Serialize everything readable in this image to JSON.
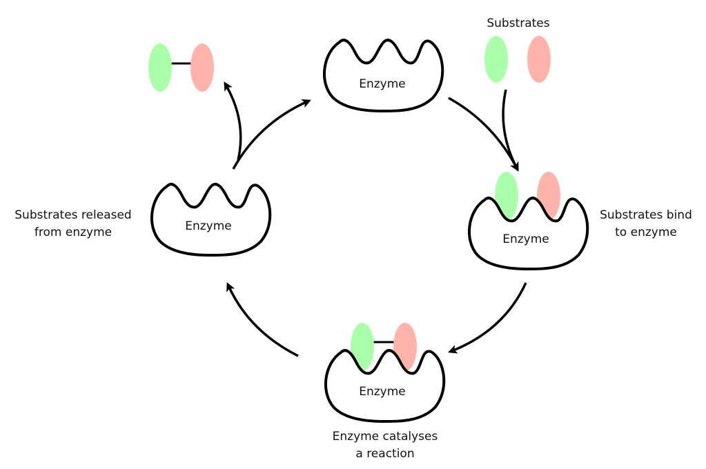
{
  "labels": {
    "substrates": "Substrates",
    "bind_line1": "Substrates bind",
    "bind_line2": "to enzyme",
    "catalyse_line1": "Enzyme catalyses",
    "catalyse_line2": "a reaction",
    "release_line1": "Substrates released",
    "release_line2": "from enzyme"
  },
  "enzymes": [
    {
      "label": "Enzyme"
    },
    {
      "label": "Enzyme"
    },
    {
      "label": "Enzyme"
    },
    {
      "label": "Enzyme"
    }
  ],
  "colors": {
    "substrate_a": "#aaffaa",
    "substrate_b": "#ffb3aa",
    "outline": "#000000"
  }
}
